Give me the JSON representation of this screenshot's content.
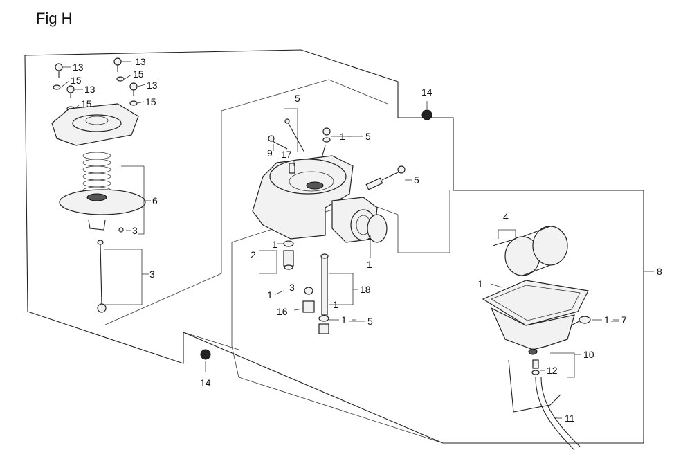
{
  "figure": {
    "title": "Fig H"
  },
  "callouts": [
    {
      "id": "c13a",
      "text": "13"
    },
    {
      "id": "c15a",
      "text": "15"
    },
    {
      "id": "c13b",
      "text": "13"
    },
    {
      "id": "c15b",
      "text": "15"
    },
    {
      "id": "c13c",
      "text": "13"
    },
    {
      "id": "c15c",
      "text": "15"
    },
    {
      "id": "c13d",
      "text": "13"
    },
    {
      "id": "c15d",
      "text": "15"
    },
    {
      "id": "c6",
      "text": "6"
    },
    {
      "id": "c3a",
      "text": "3"
    },
    {
      "id": "c3b",
      "text": "3"
    },
    {
      "id": "c14a",
      "text": "14"
    },
    {
      "id": "c14b",
      "text": "14"
    },
    {
      "id": "c5a",
      "text": "5"
    },
    {
      "id": "c9",
      "text": "9"
    },
    {
      "id": "c17",
      "text": "17"
    },
    {
      "id": "c1a",
      "text": "1"
    },
    {
      "id": "c5b",
      "text": "5"
    },
    {
      "id": "c5c",
      "text": "5"
    },
    {
      "id": "c1b",
      "text": "1"
    },
    {
      "id": "c2",
      "text": "2"
    },
    {
      "id": "c1c",
      "text": "1"
    },
    {
      "id": "c3c",
      "text": "3"
    },
    {
      "id": "c1d",
      "text": "1"
    },
    {
      "id": "c18",
      "text": "18"
    },
    {
      "id": "c1e",
      "text": "1"
    },
    {
      "id": "c16",
      "text": "16"
    },
    {
      "id": "c1f",
      "text": "1"
    },
    {
      "id": "c5d",
      "text": "5"
    },
    {
      "id": "c4",
      "text": "4"
    },
    {
      "id": "c8",
      "text": "8"
    },
    {
      "id": "c1g",
      "text": "1"
    },
    {
      "id": "c1h",
      "text": "1"
    },
    {
      "id": "c7",
      "text": "7"
    },
    {
      "id": "c10",
      "text": "10"
    },
    {
      "id": "c12",
      "text": "12"
    },
    {
      "id": "c11",
      "text": "11"
    }
  ]
}
